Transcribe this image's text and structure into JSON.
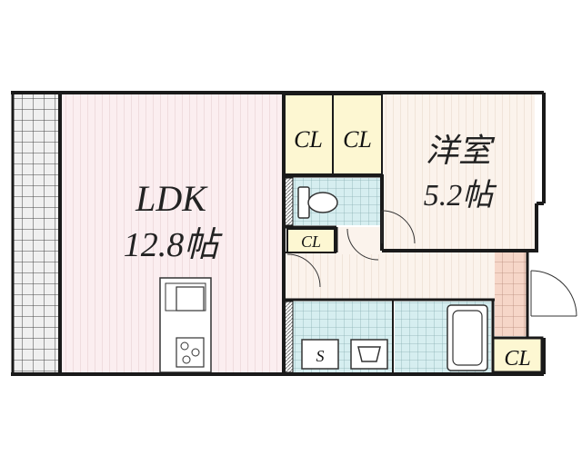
{
  "rooms": {
    "ldk": {
      "name": "LDK",
      "size": "12.8帖"
    },
    "western": {
      "name": "洋室",
      "size": "5.2帖"
    }
  },
  "closets": {
    "cl1": "CL",
    "cl2": "CL",
    "cl_small": "CL",
    "cl_entry": "CL"
  },
  "fixtures": {
    "washer_label": "S"
  },
  "colors": {
    "ldk_floor": "#fbeef0",
    "western_floor": "#fbf3ec",
    "closet_floor": "#fdf7d2",
    "wet_floor": "#d6eef0",
    "entry_floor": "#f6d6c8",
    "balcony": "#f0f0f0",
    "wall": "#1a1a1a"
  }
}
